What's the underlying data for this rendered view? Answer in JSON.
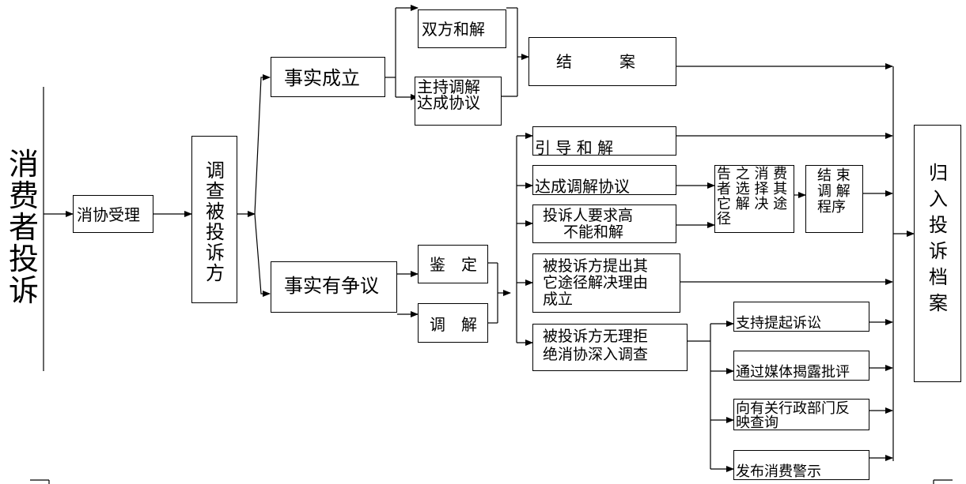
{
  "start": "消费者投诉",
  "accept": "消协受理",
  "investigate": "调查被投诉方",
  "fact_ok": "事实成立",
  "fact_dispute": "事实有争议",
  "mutual": "双方和解",
  "mediated_1": "主持调解",
  "mediated_2": "达成协议",
  "close": "结　　　案",
  "appraise": "鉴　定",
  "mediate": "调　解",
  "guide": "引 导 和 解",
  "agreement": "达成调解协议",
  "demand_1": "投诉人要求高",
  "demand_2": "不能和解",
  "other_way_1": "被投诉方提出其",
  "other_way_2": "它途径解决理由",
  "other_way_3": "成立",
  "refuse_1": "被投诉方无理拒",
  "refuse_2": "绝消协深入调查",
  "notify_1": "告 之 消 费",
  "notify_2": "者 选 择 其",
  "notify_3": "它 解 决 途",
  "notify_4": "径",
  "end_1": "结 束",
  "end_2": "调 解",
  "end_3": "程序",
  "lawsuit": "支持提起诉讼",
  "media": "通过媒体揭露批评",
  "report_1": "向有关行政部门反",
  "report_2": "映查询",
  "warning": "发布消费警示",
  "archive": "归入投诉档案"
}
